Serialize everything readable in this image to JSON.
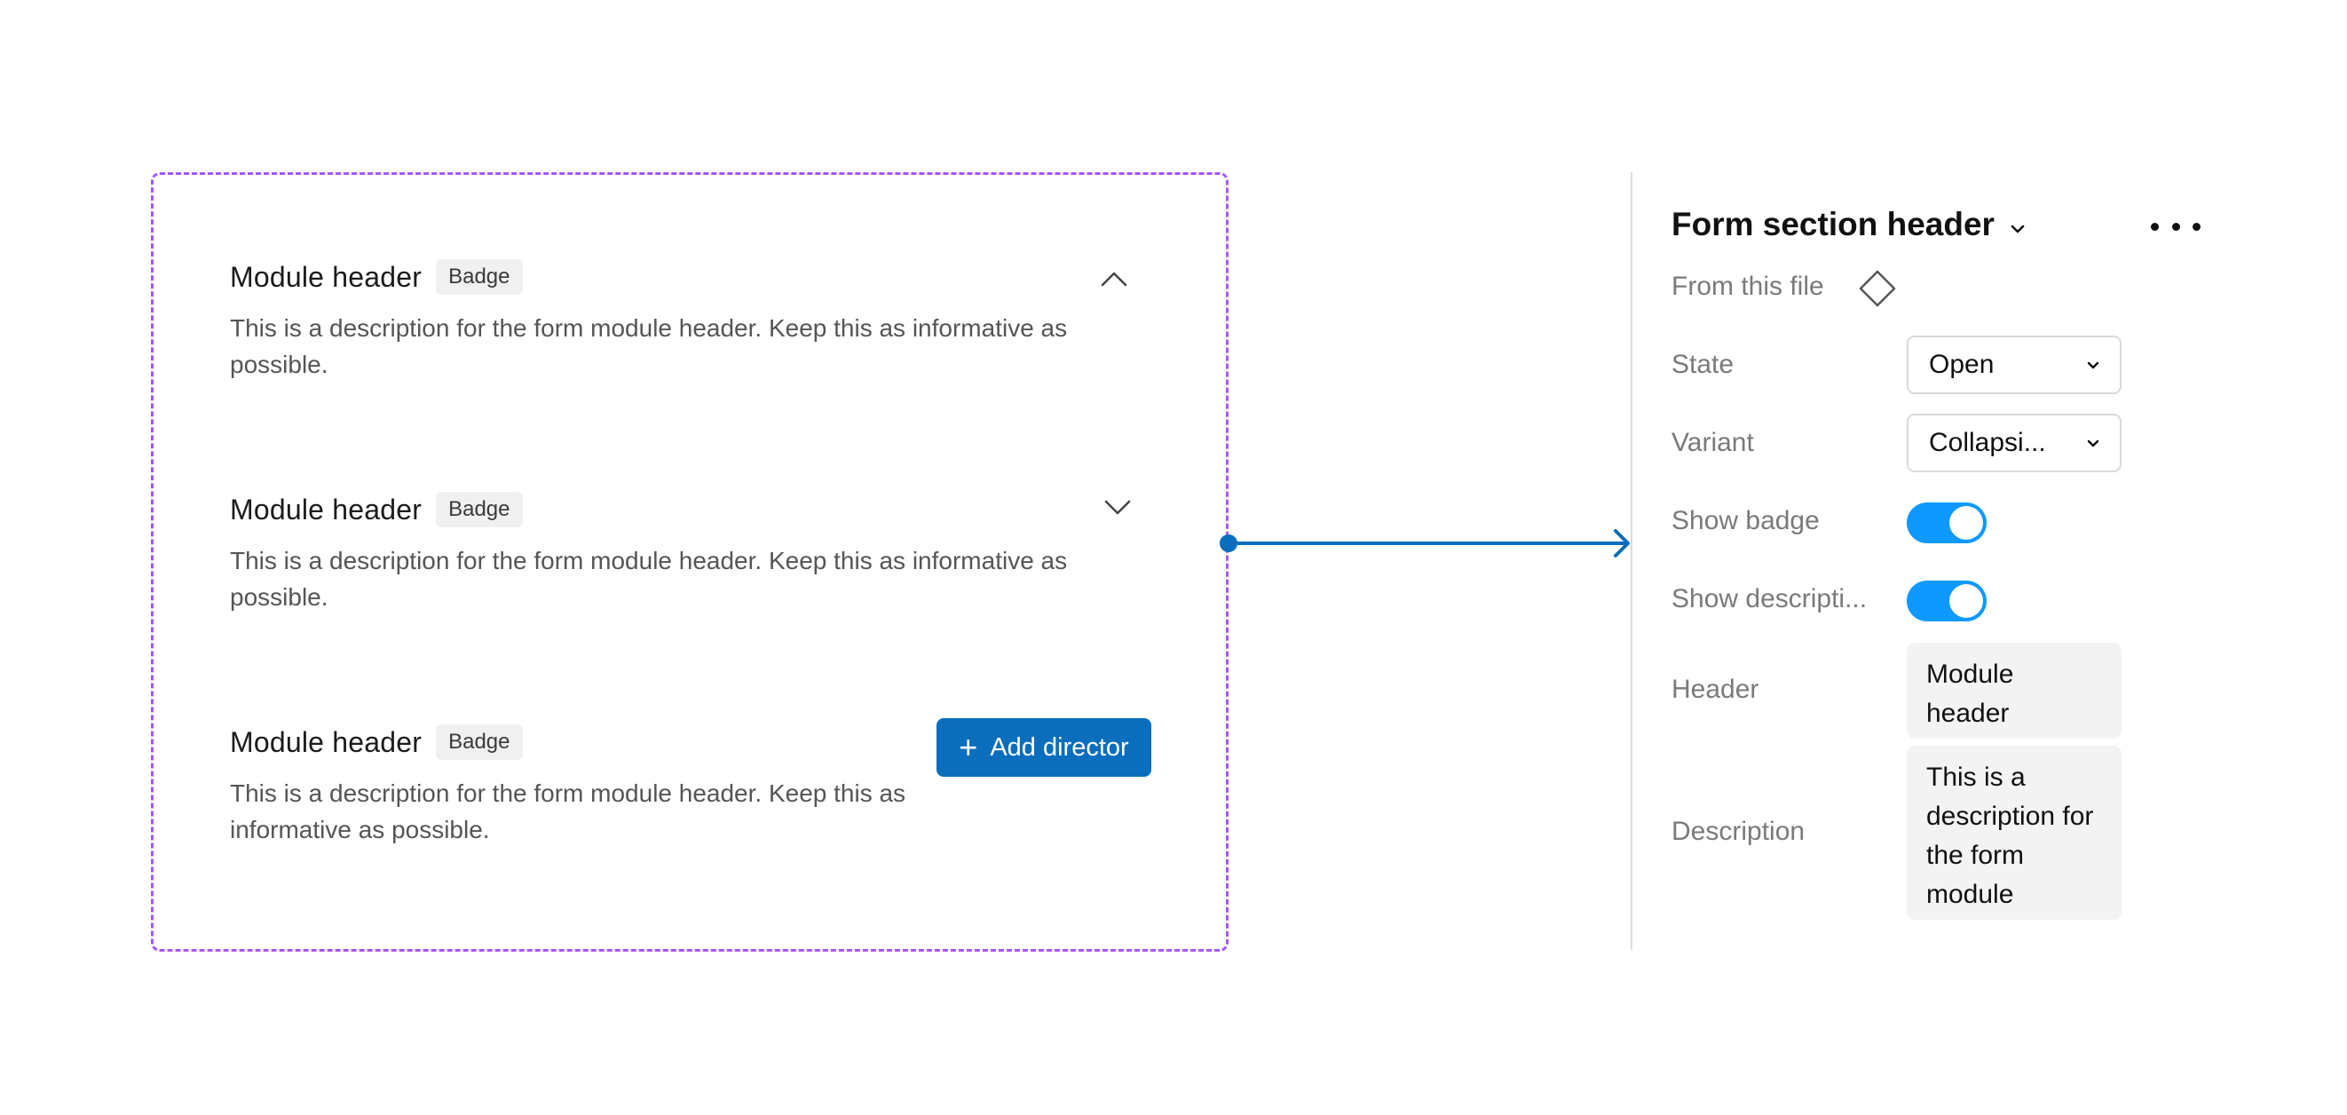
{
  "modules": [
    {
      "header": "Module header",
      "badge": "Badge",
      "description": "This is a description for the form module header. Keep this as informative as possible.",
      "control": "chevron-up-icon"
    },
    {
      "header": "Module header",
      "badge": "Badge",
      "description": "This is a description for the form module header. Keep this as informative as possible.",
      "control": "chevron-down-icon"
    },
    {
      "header": "Module header",
      "badge": "Badge",
      "description": "This is a description for the form module header. Keep this as informative as possible.",
      "action_label": "Add director",
      "action_icon": "plus-icon"
    }
  ],
  "panel": {
    "title": "Form section header",
    "source": "From this file",
    "state_label": "State",
    "state_value": "Open",
    "variant_label": "Variant",
    "variant_value": "Collapsi...",
    "show_badge_label": "Show badge",
    "show_badge_on": true,
    "show_description_label": "Show descripti...",
    "show_description_on": true,
    "header_label": "Header",
    "header_value": "Module header",
    "description_label": "Description",
    "description_value": "This is a description for the form module"
  },
  "colors": {
    "frame_border": "#a259ff",
    "primary": "#0a6ebd",
    "toggle_on": "#0d99ff"
  }
}
